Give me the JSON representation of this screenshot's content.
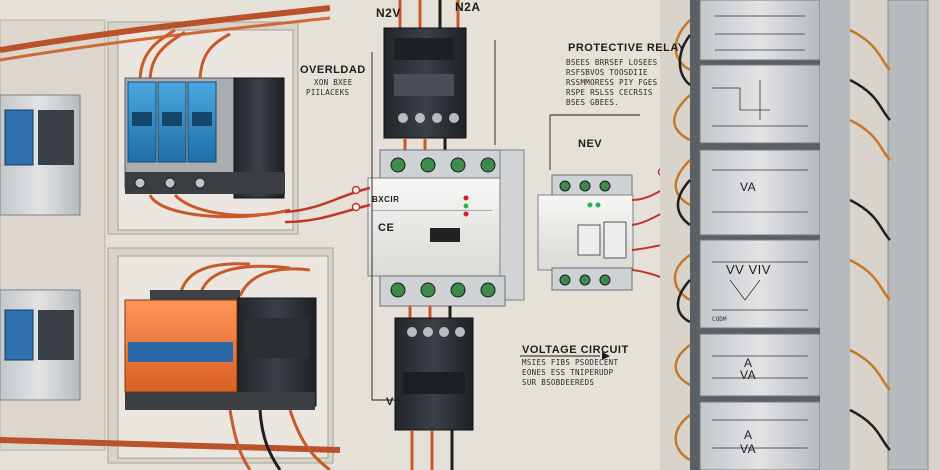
{
  "labels": {
    "top_left_code": "N2V",
    "top_right_code": "N2A",
    "overload_title": "OVERLDAD",
    "overload_notes": [
      "XON BXEE",
      "PIILACEKS"
    ],
    "relay_title": "PROTECTIVE RELAY",
    "relay_notes": [
      "BSEES BRRSEF LOSEES",
      "RSFSBVOS TOOSDIIE",
      "RSSMMORESS PIY FGES",
      "RSPE RSLSS CECRSIS",
      "BSES GBEES."
    ],
    "nev_label": "NEV",
    "voltage_title": "VOLTAGE CIRCUIT",
    "voltage_notes": [
      "MSIES FIBS PSODECENT",
      "EONES ESS TNIPERUDP",
      "SUR BSOBDEEREDS"
    ],
    "v_bottom": "V",
    "va_label": "VA",
    "vv_label": "VV VIV",
    "a_label": "A",
    "cobm_label": "CODM",
    "ce_mark": "CE",
    "center_brand": "BXCIR"
  },
  "colors": {
    "wire_copper": "#c85a2a",
    "breaker_blue": "#2f8fcf",
    "breaker_orange": "#f07c3a",
    "panel_grey": "#d2d4d6",
    "housing_dark": "#2e3238",
    "status_red": "#d62020"
  }
}
